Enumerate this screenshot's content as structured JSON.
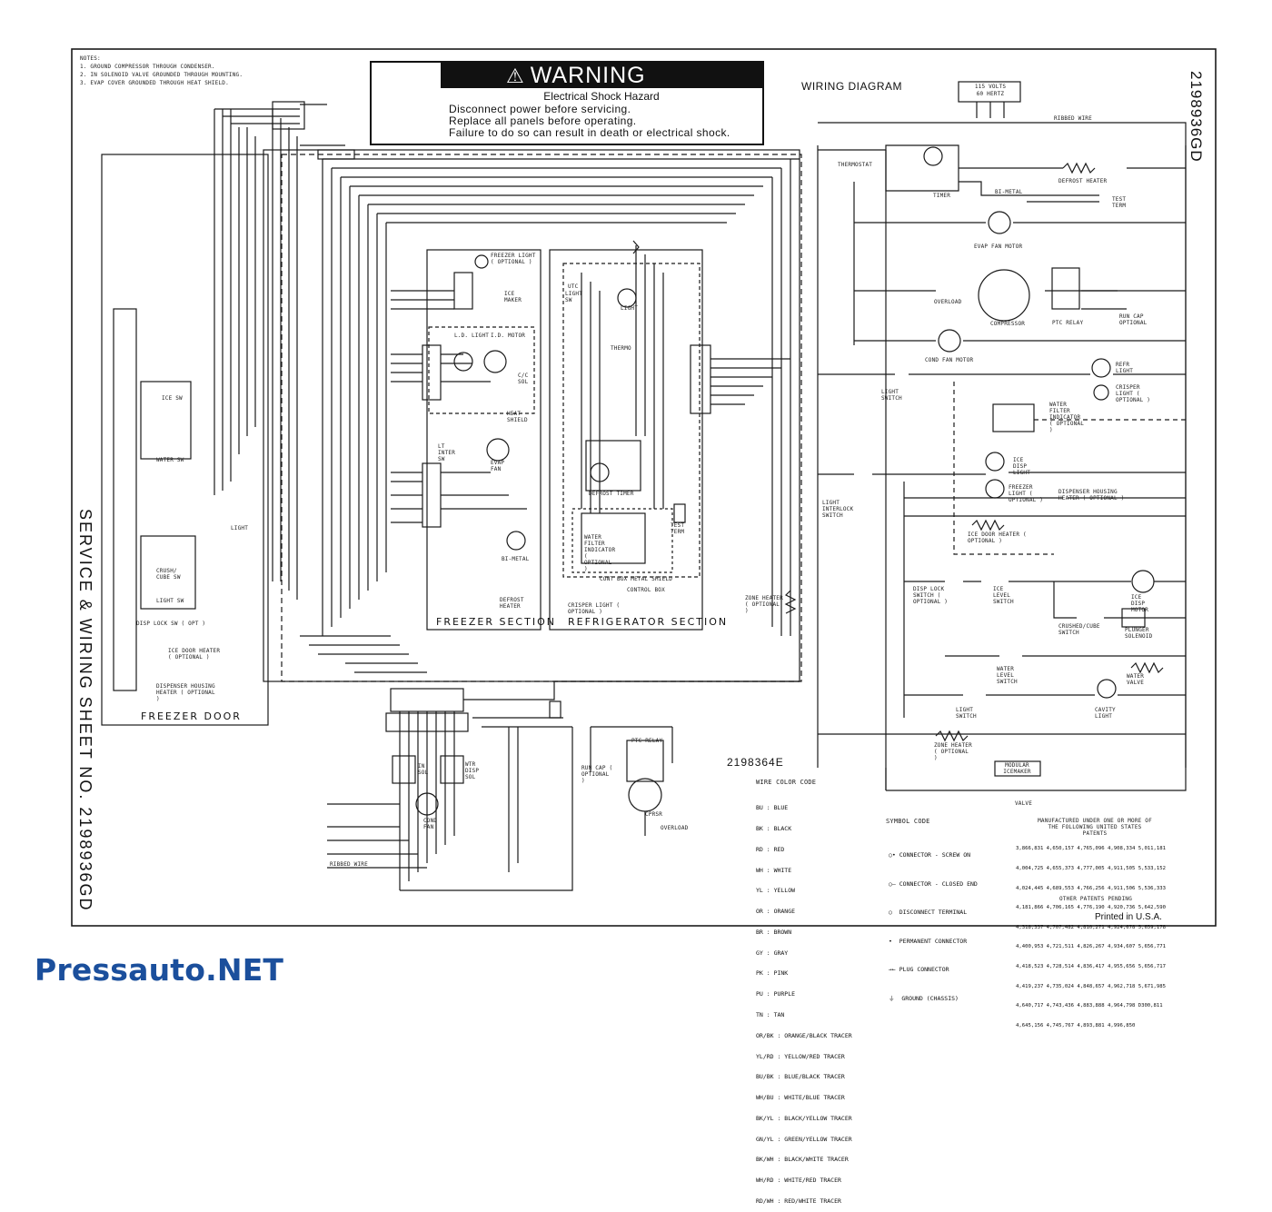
{
  "notes": {
    "title": "NOTES:",
    "lines": [
      "1.  GROUND COMPRESSOR THROUGH CONDENSER.",
      "2.  IN SOLENOID VALVE GROUNDED THROUGH MOUNTING.",
      "3.  EVAP COVER GROUNDED THROUGH HEAT SHIELD."
    ]
  },
  "warning": {
    "heading": "WARNING",
    "subheading": "Electrical Shock Hazard",
    "lines": [
      "Disconnect power before servicing.",
      "Replace all panels before operating.",
      "Failure to do so can result in death or electrical shock."
    ]
  },
  "wiring_diagram_title": "WIRING DIAGRAM",
  "sheet_number_side": "2198936GD",
  "vertical_title": "SERVICE & WIRING SHEET NO. 2198936GD",
  "power_supply": {
    "line1": "115 VOLTS",
    "line2": "60 HERTZ"
  },
  "ribbed_wire": "RIBBED WIRE",
  "sections": {
    "freezer_door": "FREEZER DOOR",
    "freezer_section": "FREEZER SECTION",
    "refrigerator_section": "REFRIGERATOR SECTION"
  },
  "part_number": "2198364E",
  "freezer_labels": {
    "freezer_light": "FREEZER LIGHT ( OPTIONAL )",
    "ice_maker": "ICE MAKER",
    "ld_light": "L.D. LIGHT",
    "ld_motor": "I.D. MOTOR",
    "cc_sol": "C/C SOL",
    "heat_shield": "HEAT SHIELD",
    "lt_inter_sw": "LT INTER SW",
    "evap_fan": "EVAP FAN",
    "bi_metal": "BI-METAL",
    "defrost_heater": "DEFROST HEATER"
  },
  "refrigerator_labels": {
    "utc": "UTC",
    "light_sw": "LIGHT SW",
    "light": "LIGHT",
    "thermo": "THERMO",
    "defrost_timer": "DEFROST TIMER",
    "water_filter": "WATER FILTER INDICATOR ( OPTIONAL )",
    "test_term": "TEST TERM",
    "cont_box": "CONT BOX METAL SHIELD",
    "control_box": "CONTROL BOX",
    "crisper_light": "CRISPER LIGHT ( OPTIONAL )",
    "zone_heater": "ZONE HEATER ( OPTIONAL )"
  },
  "door_labels": {
    "ice_sw": "ICE SW",
    "water_sw": "WATER SW",
    "light": "LIGHT",
    "crush_cube_sw": "CRUSH/ CUBE SW",
    "light_sw": "LIGHT SW",
    "disp_lock_sw": "DISP LOCK SW ( OPT )",
    "ice_door_heater": "ICE DOOR HEATER ( OPTIONAL )",
    "dispenser_heater": "DISPENSER HOUSING HEATER ( OPTIONAL )"
  },
  "bottom_labels": {
    "in_sol": "IN SOL",
    "wtr_disp_sol": "WTR DISP SOL",
    "cond_fan": "COND FAN",
    "ptc_relay": "PTC RELAY",
    "run_cap": "RUN CAP ( OPTIONAL )",
    "cprsr": "CPRSR",
    "overload": "OVERLOAD",
    "ribbed_wire": "RIBBED WIRE"
  },
  "schematic_labels": {
    "thermostat": "THERMOSTAT",
    "timer": "TIMER",
    "bi_metal": "BI-METAL",
    "defrost_heater": "DEFROST HEATER",
    "test_term": "TEST TERM",
    "evap_fan_motor": "EVAP FAN MOTOR",
    "overload": "OVERLOAD",
    "compressor": "COMPRESSOR",
    "ptc_relay": "PTC RELAY",
    "run_cap": "RUN CAP OPTIONAL",
    "cond_fan_motor": "COND FAN MOTOR",
    "light_switch": "LIGHT SWITCH",
    "refr_light": "REFR LIGHT",
    "crisper_light": "CRISPER LIGHT ( OPTIONAL )",
    "water_filter": "WATER FILTER INDICATOR ( OPTIONAL )",
    "ice_disp_light": "ICE DISP LIGHT",
    "freezer_light": "FREEZER LIGHT ( OPTIONAL )",
    "dispenser_heater": "DISPENSER HOUSING HEATER ( OPTIONAL )",
    "light_interlock": "LIGHT INTERLOCK SWITCH",
    "ice_door_heater": "ICE DOOR HEATER ( OPTIONAL )",
    "disp_lock_switch": "DISP LOCK SWITCH ( OPTIONAL )",
    "ice_level_switch": "ICE LEVEL SWITCH",
    "ice_disp_motor": "ICE DISP MOTOR",
    "crushed_cube_switch": "CRUSHED/CUBE SWITCH",
    "plunger_solenoid": "PLUNGER SOLENOID",
    "water_level_switch": "WATER LEVEL SWITCH",
    "water_valve": "WATER VALVE",
    "light_switch_2": "LIGHT SWITCH",
    "cavity_light": "CAVITY LIGHT",
    "zone_heater": "ZONE HEATER ( OPTIONAL )",
    "modular_icemaker": "MODULAR ICEMAKER",
    "valve": "VALVE"
  },
  "wire_color_code": {
    "title": "WIRE COLOR CODE",
    "entries": [
      "BU : BLUE",
      "BK : BLACK",
      "RD : RED",
      "WH : WHITE",
      "YL : YELLOW",
      "OR : ORANGE",
      "BR : BROWN",
      "GY : GRAY",
      "PK : PINK",
      "PU : PURPLE",
      "TN : TAN",
      "OR/BK : ORANGE/BLACK TRACER",
      "YL/RD : YELLOW/RED TRACER",
      "BU/BK : BLUE/BLACK TRACER",
      "WH/BU : WHITE/BLUE TRACER",
      "BK/YL : BLACK/YELLOW TRACER",
      "GN/YL : GREEN/YELLOW TRACER",
      "BK/WH : BLACK/WHITE TRACER",
      "WH/RD : WHITE/RED TRACER",
      "RD/WH : RED/WHITE TRACER"
    ]
  },
  "symbol_code": {
    "title": "SYMBOL CODE",
    "entries": [
      "CONNECTOR - SCREW ON",
      "CONNECTOR - CLOSED END",
      "DISCONNECT TERMINAL",
      "PERMANENT CONNECTOR",
      "PLUG CONNECTOR",
      "GROUND (CHASSIS)"
    ]
  },
  "patents": {
    "title": "MANUFACTURED UNDER ONE OR MORE OF THE FOLLOWING UNITED STATES PATENTS",
    "rows": [
      "3,866,831 4,650,157 4,765,096 4,908,334 5,011,181",
      "4,004,725 4,655,373 4,777,005 4,911,505 5,533,152",
      "4,024,445 4,689,553 4,766,256 4,911,506 5,536,333",
      "4,181,866 4,706,165 4,776,190 4,920,736 5,642,590",
      "4,318,337 4,707,482 4,810,271 4,924,678 5,659,178",
      "4,400,953 4,721,511 4,826,267 4,934,607 5,656,771",
      "4,418,523 4,728,514 4,836,417 4,955,656 5,656,717",
      "4,419,237 4,735,024 4,848,657 4,962,718 5,671,985",
      "4,640,717 4,743,436 4,883,888 4,964,798 D300,811",
      "4,645,156 4,745,767 4,893,881 4,996,850"
    ],
    "footer": "OTHER PATENTS PENDING"
  },
  "printed": "Printed in U.S.A.",
  "brand": "Pressauto.NET"
}
